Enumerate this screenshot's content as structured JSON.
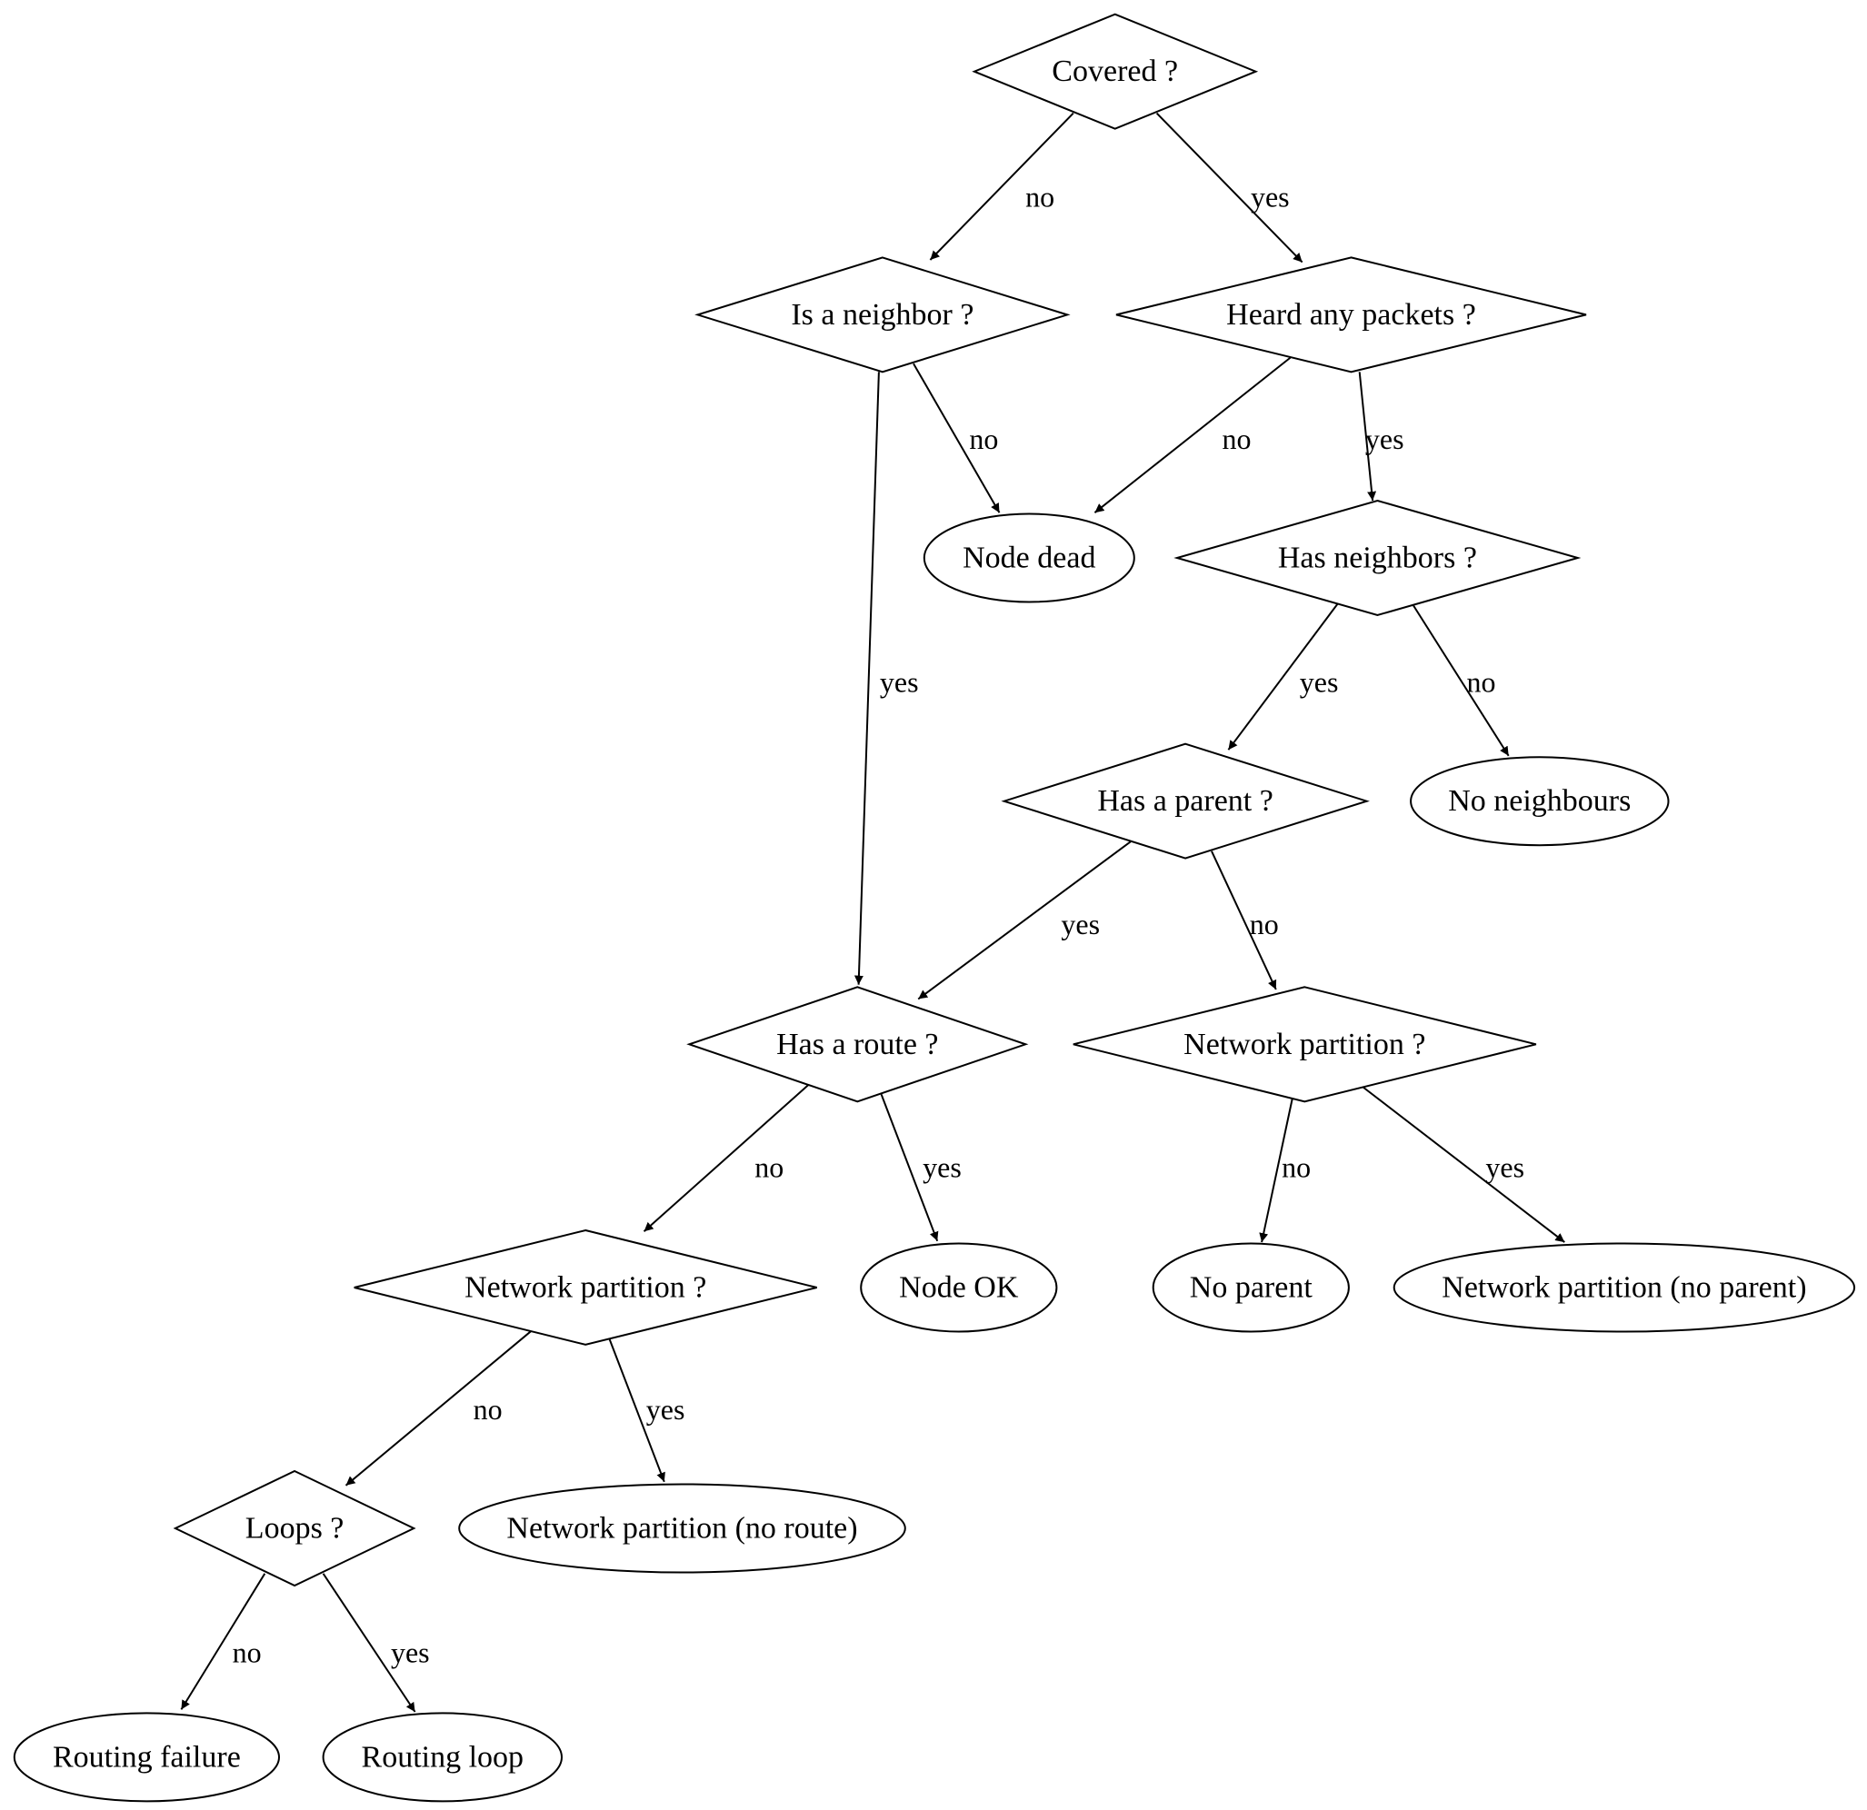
{
  "nodes": [
    {
      "id": "covered",
      "label": "Covered ?",
      "kind": "decision"
    },
    {
      "id": "is_neighbor",
      "label": "Is a neighbor ?",
      "kind": "decision"
    },
    {
      "id": "heard_packets",
      "label": "Heard any packets ?",
      "kind": "decision"
    },
    {
      "id": "node_dead",
      "label": "Node dead",
      "kind": "outcome"
    },
    {
      "id": "has_neighbors",
      "label": "Has neighbors ?",
      "kind": "decision"
    },
    {
      "id": "has_parent",
      "label": "Has a parent ?",
      "kind": "decision"
    },
    {
      "id": "no_neighbours",
      "label": "No neighbours",
      "kind": "outcome"
    },
    {
      "id": "has_route",
      "label": "Has a route ?",
      "kind": "decision"
    },
    {
      "id": "net_partition_parent",
      "label": "Network partition ?",
      "kind": "decision"
    },
    {
      "id": "net_partition_route",
      "label": "Network partition ?",
      "kind": "decision"
    },
    {
      "id": "node_ok",
      "label": "Node OK",
      "kind": "outcome"
    },
    {
      "id": "no_parent",
      "label": "No parent",
      "kind": "outcome"
    },
    {
      "id": "np_no_parent",
      "label": "Network partition (no parent)",
      "kind": "outcome"
    },
    {
      "id": "loops",
      "label": "Loops ?",
      "kind": "decision"
    },
    {
      "id": "np_no_route",
      "label": "Network partition (no route)",
      "kind": "outcome"
    },
    {
      "id": "routing_failure",
      "label": "Routing failure",
      "kind": "outcome"
    },
    {
      "id": "routing_loop",
      "label": "Routing loop",
      "kind": "outcome"
    }
  ],
  "edges": [
    {
      "from": "covered",
      "to": "is_neighbor",
      "label": "no"
    },
    {
      "from": "covered",
      "to": "heard_packets",
      "label": "yes"
    },
    {
      "from": "is_neighbor",
      "to": "node_dead",
      "label": "no"
    },
    {
      "from": "is_neighbor",
      "to": "has_route",
      "label": "yes"
    },
    {
      "from": "heard_packets",
      "to": "node_dead",
      "label": "no"
    },
    {
      "from": "heard_packets",
      "to": "has_neighbors",
      "label": "yes"
    },
    {
      "from": "has_neighbors",
      "to": "has_parent",
      "label": "yes"
    },
    {
      "from": "has_neighbors",
      "to": "no_neighbours",
      "label": "no"
    },
    {
      "from": "has_parent",
      "to": "has_route",
      "label": "yes"
    },
    {
      "from": "has_parent",
      "to": "net_partition_parent",
      "label": "no"
    },
    {
      "from": "has_route",
      "to": "net_partition_route",
      "label": "no"
    },
    {
      "from": "has_route",
      "to": "node_ok",
      "label": "yes"
    },
    {
      "from": "net_partition_parent",
      "to": "no_parent",
      "label": "no"
    },
    {
      "from": "net_partition_parent",
      "to": "np_no_parent",
      "label": "yes"
    },
    {
      "from": "net_partition_route",
      "to": "loops",
      "label": "no"
    },
    {
      "from": "net_partition_route",
      "to": "np_no_route",
      "label": "yes"
    },
    {
      "from": "loops",
      "to": "routing_failure",
      "label": "no"
    },
    {
      "from": "loops",
      "to": "routing_loop",
      "label": "yes"
    }
  ]
}
